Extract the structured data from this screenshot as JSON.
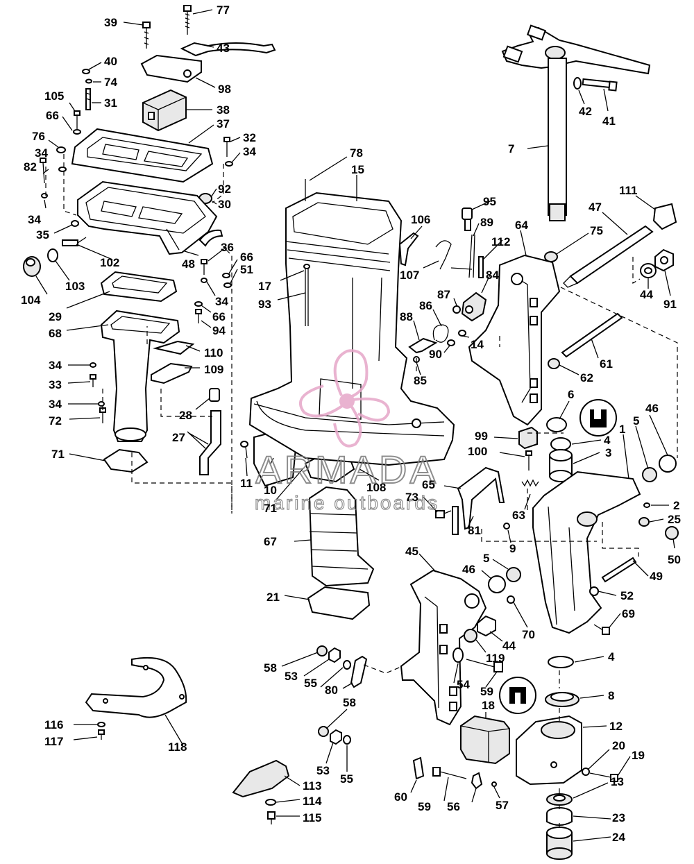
{
  "watermark": {
    "brand": "ARMADA",
    "tagline": "marine outboards",
    "color": "#e6a6c8",
    "text_color": "#7a7a7a"
  },
  "callouts": [
    {
      "id": "c39",
      "text": "39"
    },
    {
      "id": "c77",
      "text": "77"
    },
    {
      "id": "c43",
      "text": "43"
    },
    {
      "id": "c40",
      "text": "40"
    },
    {
      "id": "c74",
      "text": "74"
    },
    {
      "id": "c98",
      "text": "98"
    },
    {
      "id": "c105",
      "text": "105"
    },
    {
      "id": "c31",
      "text": "31"
    },
    {
      "id": "c38",
      "text": "38"
    },
    {
      "id": "c66a",
      "text": "66"
    },
    {
      "id": "c37",
      "text": "37"
    },
    {
      "id": "c76",
      "text": "76"
    },
    {
      "id": "c32",
      "text": "32"
    },
    {
      "id": "c34a",
      "text": "34"
    },
    {
      "id": "c34b",
      "text": "34"
    },
    {
      "id": "c82",
      "text": "82"
    },
    {
      "id": "c92",
      "text": "92"
    },
    {
      "id": "c30",
      "text": "30"
    },
    {
      "id": "c34c",
      "text": "34"
    },
    {
      "id": "c35",
      "text": "35"
    },
    {
      "id": "c36",
      "text": "36"
    },
    {
      "id": "c66b",
      "text": "66"
    },
    {
      "id": "c51",
      "text": "51"
    },
    {
      "id": "c102",
      "text": "102"
    },
    {
      "id": "c48",
      "text": "48"
    },
    {
      "id": "c103",
      "text": "103"
    },
    {
      "id": "c104",
      "text": "104"
    },
    {
      "id": "c34d",
      "text": "34"
    },
    {
      "id": "c29",
      "text": "29"
    },
    {
      "id": "c66c",
      "text": "66"
    },
    {
      "id": "c94",
      "text": "94"
    },
    {
      "id": "c68",
      "text": "68"
    },
    {
      "id": "c110",
      "text": "110"
    },
    {
      "id": "c34e",
      "text": "34"
    },
    {
      "id": "c109",
      "text": "109"
    },
    {
      "id": "c33",
      "text": "33"
    },
    {
      "id": "c34f",
      "text": "34"
    },
    {
      "id": "c28",
      "text": "28"
    },
    {
      "id": "c72",
      "text": "72"
    },
    {
      "id": "c27",
      "text": "27"
    },
    {
      "id": "c71a",
      "text": "71"
    },
    {
      "id": "c11",
      "text": "11"
    },
    {
      "id": "c10",
      "text": "10"
    },
    {
      "id": "c71b",
      "text": "71"
    },
    {
      "id": "c67",
      "text": "67"
    },
    {
      "id": "c21",
      "text": "21"
    },
    {
      "id": "c78",
      "text": "78"
    },
    {
      "id": "c15",
      "text": "15"
    },
    {
      "id": "c17",
      "text": "17"
    },
    {
      "id": "c93",
      "text": "93"
    },
    {
      "id": "c106",
      "text": "106"
    },
    {
      "id": "c95",
      "text": "95"
    },
    {
      "id": "c89",
      "text": "89"
    },
    {
      "id": "c112",
      "text": "112"
    },
    {
      "id": "c107",
      "text": "107"
    },
    {
      "id": "c84",
      "text": "84"
    },
    {
      "id": "c87",
      "text": "87"
    },
    {
      "id": "c86",
      "text": "86"
    },
    {
      "id": "c88",
      "text": "88"
    },
    {
      "id": "c14",
      "text": "14"
    },
    {
      "id": "c90",
      "text": "90"
    },
    {
      "id": "c85",
      "text": "85"
    },
    {
      "id": "c108",
      "text": "108"
    },
    {
      "id": "c65",
      "text": "65"
    },
    {
      "id": "c73",
      "text": "73"
    },
    {
      "id": "c81",
      "text": "81"
    },
    {
      "id": "c99",
      "text": "99"
    },
    {
      "id": "c100",
      "text": "100"
    },
    {
      "id": "c63",
      "text": "63"
    },
    {
      "id": "c9",
      "text": "9"
    },
    {
      "id": "c7",
      "text": "7"
    },
    {
      "id": "c42",
      "text": "42"
    },
    {
      "id": "c41",
      "text": "41"
    },
    {
      "id": "c111",
      "text": "111"
    },
    {
      "id": "c47",
      "text": "47"
    },
    {
      "id": "c64",
      "text": "64"
    },
    {
      "id": "c75",
      "text": "75"
    },
    {
      "id": "c44a",
      "text": "44"
    },
    {
      "id": "c91",
      "text": "91"
    },
    {
      "id": "c61",
      "text": "61"
    },
    {
      "id": "c62",
      "text": "62"
    },
    {
      "id": "c6",
      "text": "6"
    },
    {
      "id": "c46a",
      "text": "46"
    },
    {
      "id": "c5a",
      "text": "5"
    },
    {
      "id": "c1",
      "text": "1"
    },
    {
      "id": "c4a",
      "text": "4"
    },
    {
      "id": "c3",
      "text": "3"
    },
    {
      "id": "c2",
      "text": "2"
    },
    {
      "id": "c25",
      "text": "25"
    },
    {
      "id": "c50",
      "text": "50"
    },
    {
      "id": "c49",
      "text": "49"
    },
    {
      "id": "c52",
      "text": "52"
    },
    {
      "id": "c69",
      "text": "69"
    },
    {
      "id": "c45",
      "text": "45"
    },
    {
      "id": "c46b",
      "text": "46"
    },
    {
      "id": "c5b",
      "text": "5"
    },
    {
      "id": "c70",
      "text": "70"
    },
    {
      "id": "c44b",
      "text": "44"
    },
    {
      "id": "c119",
      "text": "119"
    },
    {
      "id": "c4b",
      "text": "4"
    },
    {
      "id": "c8",
      "text": "8"
    },
    {
      "id": "c58a",
      "text": "58"
    },
    {
      "id": "c53a",
      "text": "53"
    },
    {
      "id": "c55a",
      "text": "55"
    },
    {
      "id": "c80",
      "text": "80"
    },
    {
      "id": "c54",
      "text": "54"
    },
    {
      "id": "c59a",
      "text": "59"
    },
    {
      "id": "c18",
      "text": "18"
    },
    {
      "id": "c12",
      "text": "12"
    },
    {
      "id": "c20",
      "text": "20"
    },
    {
      "id": "c19",
      "text": "19"
    },
    {
      "id": "c13",
      "text": "13"
    },
    {
      "id": "c23",
      "text": "23"
    },
    {
      "id": "c24",
      "text": "24"
    },
    {
      "id": "c60",
      "text": "60"
    },
    {
      "id": "c59b",
      "text": "59"
    },
    {
      "id": "c56",
      "text": "56"
    },
    {
      "id": "c57",
      "text": "57"
    },
    {
      "id": "c58b",
      "text": "58"
    },
    {
      "id": "c53b",
      "text": "53"
    },
    {
      "id": "c55b",
      "text": "55"
    },
    {
      "id": "c113",
      "text": "113"
    },
    {
      "id": "c114",
      "text": "114"
    },
    {
      "id": "c115",
      "text": "115"
    },
    {
      "id": "c116",
      "text": "116"
    },
    {
      "id": "c117",
      "text": "117"
    },
    {
      "id": "c118",
      "text": "118"
    }
  ]
}
